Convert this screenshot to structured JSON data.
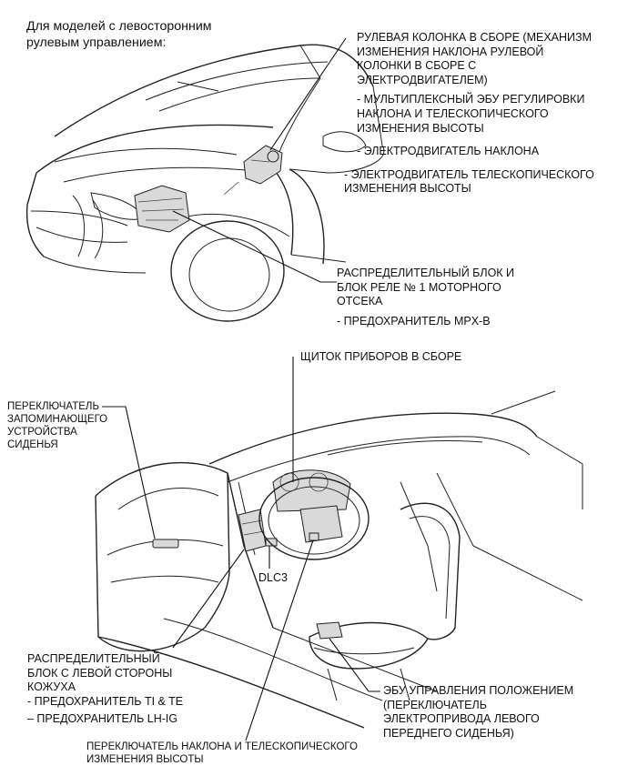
{
  "intro": {
    "line1": "Для моделей с левосторонним",
    "line2": "рулевым управлением:"
  },
  "steering_column": {
    "lines": [
      "РУЛЕВАЯ КОЛОНКА В СБОРЕ (МЕХАНИЗМ",
      "ИЗМЕНЕНИЯ НАКЛОНА РУЛЕВОЙ",
      "КОЛОНКИ В СБОРЕ С",
      "ЭЛЕКТРОДВИГАТЕЛЕМ)"
    ],
    "items": [
      [
        "- МУЛЬТИПЛЕКСНЫЙ ЭБУ РЕГУЛИРОВКИ",
        "НАКЛОНА И ТЕЛЕСКОПИЧЕСКОГО",
        "ИЗМЕНЕНИЯ ВЫСОТЫ"
      ],
      [
        "- ЭЛЕКТРОДВИГАТЕЛЬ НАКЛОНА"
      ],
      [
        "- ЭЛЕКТРОДВИГАТЕЛЬ ТЕЛЕСКОПИЧЕСКОГО",
        "ИЗМЕНЕНИЯ ВЫСОТЫ"
      ]
    ]
  },
  "engine_relay_block": {
    "lines": [
      "РАСПРЕДЕЛИТЕЛЬНЫЙ БЛОК И",
      "БЛОК РЕЛЕ № 1 МОТОРНОГО",
      "ОТСЕКА"
    ],
    "item": "- ПРЕДОХРАНИТЕЛЬ MPX-B"
  },
  "instrument_cluster": "ЩИТОК ПРИБОРОВ В СБОРЕ",
  "seat_memory_switch": {
    "lines": [
      "ПЕРЕКЛЮЧАТЕЛЬ",
      "ЗАПОМИНАЮЩЕГО",
      "УСТРОЙСТВА",
      "СИДЕНЬЯ"
    ]
  },
  "dlc3": "DLC3",
  "cowl_junction_block": {
    "lines": [
      "РАСПРЕДЕЛИТЕЛЬНЫЙ",
      "БЛОК С ЛЕВОЙ СТОРОНЫ",
      "КОЖУХА"
    ],
    "items": [
      "- ПРЕДОХРАНИТЕЛЬ TI & TE",
      "– ПРЕДОХРАНИТЕЛЬ LH-IG"
    ]
  },
  "position_ecu": {
    "lines": [
      "ЭБУ УПРАВЛЕНИЯ ПОЛОЖЕНИЕМ",
      "(ПЕРЕКЛЮЧАТЕЛЬ",
      "ЭЛЕКТРОПРИВОДА ЛЕВОГО",
      "ПЕРЕДНЕГО СИДЕНЬЯ)"
    ]
  },
  "tilt_tele_switch": {
    "lines": [
      "ПЕРЕКЛЮЧАТЕЛЬ НАКЛОНА И ТЕЛЕСКОПИЧЕСКОГО",
      "ИЗМЕНЕНИЯ ВЫСОТЫ"
    ]
  }
}
